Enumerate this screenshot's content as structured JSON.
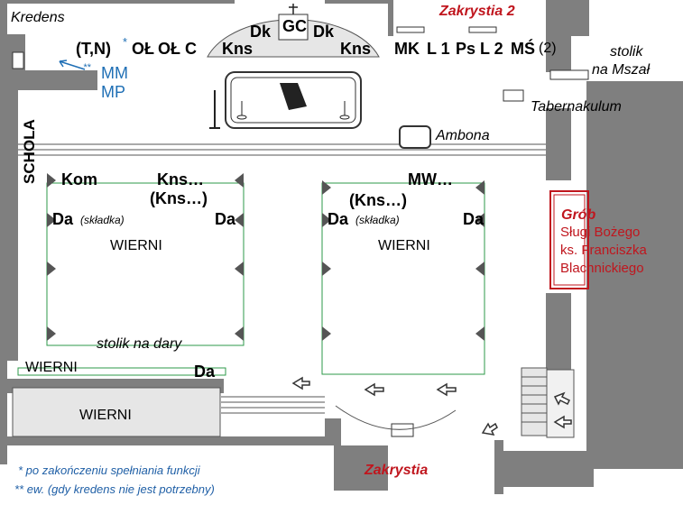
{
  "top_left": {
    "kredens": "Kredens"
  },
  "sacristy2": "Zakrystia 2",
  "sacristy": "Zakrystia",
  "apse": {
    "gc": "GC",
    "dk_left": "Dk",
    "dk_right": "Dk",
    "kns_left": "Kns",
    "kns_right": "Kns"
  },
  "left_row": {
    "tn": "(T,N)",
    "tn_star": "*",
    "ol1": "OŁ",
    "ol2": "OŁ",
    "c": "C"
  },
  "right_row": {
    "mk": "MK",
    "l1": "L 1",
    "ps": "Ps",
    "l2": "L 2",
    "ms": "MŚ",
    "ms2": "(2)"
  },
  "kredens_alt": {
    "stars": "**",
    "mm": "MM",
    "mp": "MP"
  },
  "missal_table": {
    "line1": "stolik",
    "line2": "na Mszał"
  },
  "tabernacle": "Tabernakulum",
  "ambo": "Ambona",
  "schola": "SCHOLA",
  "left_block": {
    "kom": "Kom",
    "kns": "Kns…",
    "kns_paren": "(Kns…)",
    "da_left": "Da",
    "da_note": "(składka)",
    "da_right": "Da",
    "faithful": "WIERNI",
    "gifts_table": "stolik na dary"
  },
  "right_block": {
    "mw": "MW…",
    "kns_paren": "(Kns…)",
    "da_left": "Da",
    "da_note": "(składka)",
    "da_right": "Da",
    "faithful": "WIERNI"
  },
  "side_faithful": {
    "label": "WIERNI",
    "da": "Da"
  },
  "gallery_faithful": "WIERNI",
  "tomb": {
    "title": "Grób",
    "l1": "Sługi Bożego",
    "l2": "ks. Franciszka",
    "l3": "Blachnickiego"
  },
  "notes": {
    "n1": "* po zakończeniu spełniania funkcji",
    "n2": "** ew. (gdy kredens nie jest potrzebny)"
  },
  "colors": {
    "wall": "#7f7f7f",
    "light_fill": "#e6e6e6",
    "green": "#2e9a4a",
    "red": "#c0161e",
    "blue": "#1f6fb5"
  }
}
